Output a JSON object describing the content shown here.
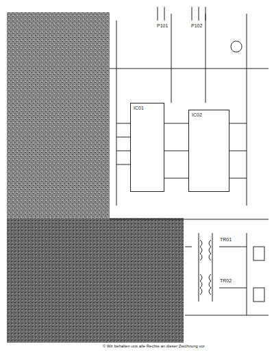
{
  "diagram": {
    "caption": "© Wir behalten uns alle Rechte an dieser Zeichnung vor",
    "nodes": [
      {
        "text": [
          "IC01"
        ]
      },
      {
        "text": [
          "IC02"
        ]
      }
    ],
    "edges": [
      {
        "from": 0,
        "to": 1,
        "arrow": "none"
      }
    ],
    "labels": [
      "P101",
      "P102",
      "TR01",
      "TR02"
    ]
  }
}
